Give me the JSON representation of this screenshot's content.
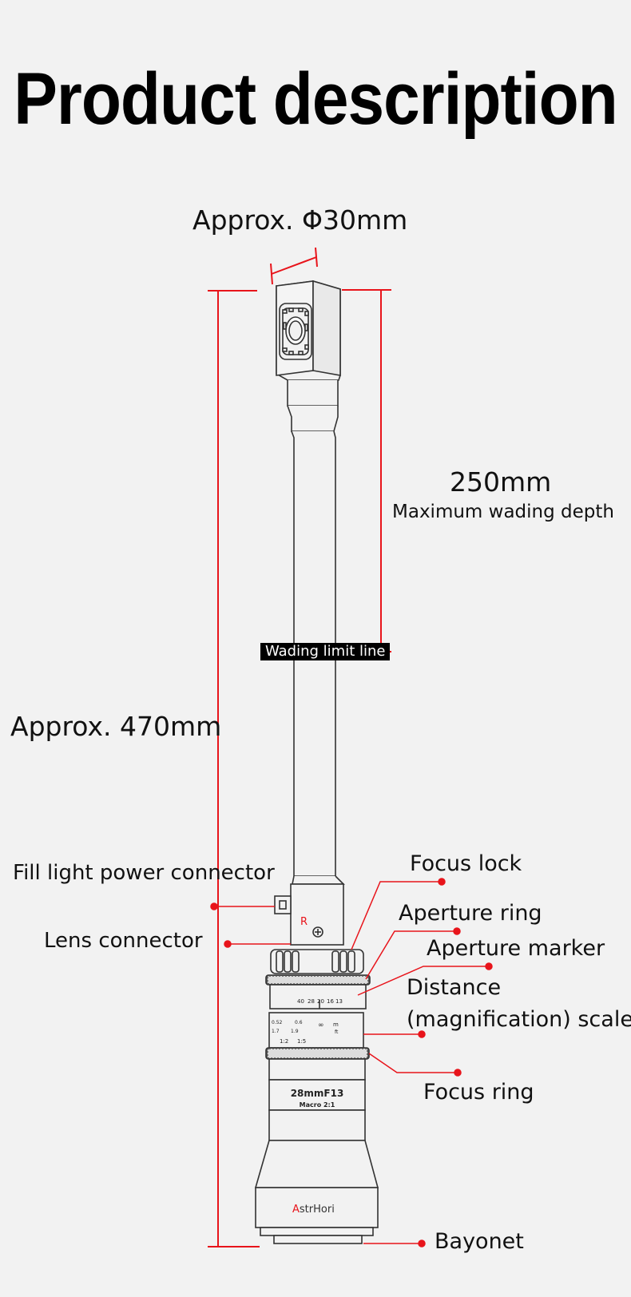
{
  "title": "Product description",
  "dimensions": {
    "diameter": "Approx. Φ30mm",
    "total_length": "Approx. 470mm",
    "wading_depth_value": "250mm",
    "wading_depth_label": "Maximum wading depth",
    "wading_limit": "Wading limit line"
  },
  "callouts": {
    "fill_light": "Fill light power connector",
    "lens_connector": "Lens connector",
    "focus_lock": "Focus lock",
    "aperture_ring": "Aperture ring",
    "aperture_marker": "Aperture marker",
    "distance_scale_line1": "Distance",
    "distance_scale_line2": "(magnification) scale",
    "focus_ring": "Focus ring",
    "bayonet": "Bayonet"
  },
  "lens_markings": {
    "model": "28mmF13",
    "macro": "Macro 2:1",
    "brand_initial": "A",
    "brand_rest": "strHori",
    "connector_letter": "R",
    "aperture_scale": [
      "40",
      "28",
      "20",
      "16",
      "13"
    ],
    "distance_row1": [
      "0.52",
      "0.6",
      "∞",
      "m"
    ],
    "distance_row2": [
      "1.7",
      "1.9",
      "ft"
    ],
    "magnification_row": [
      "1:2",
      "1:5"
    ]
  },
  "colors": {
    "accent_red": "#e8141b",
    "line": "#333333",
    "background": "#f2f2f2"
  }
}
